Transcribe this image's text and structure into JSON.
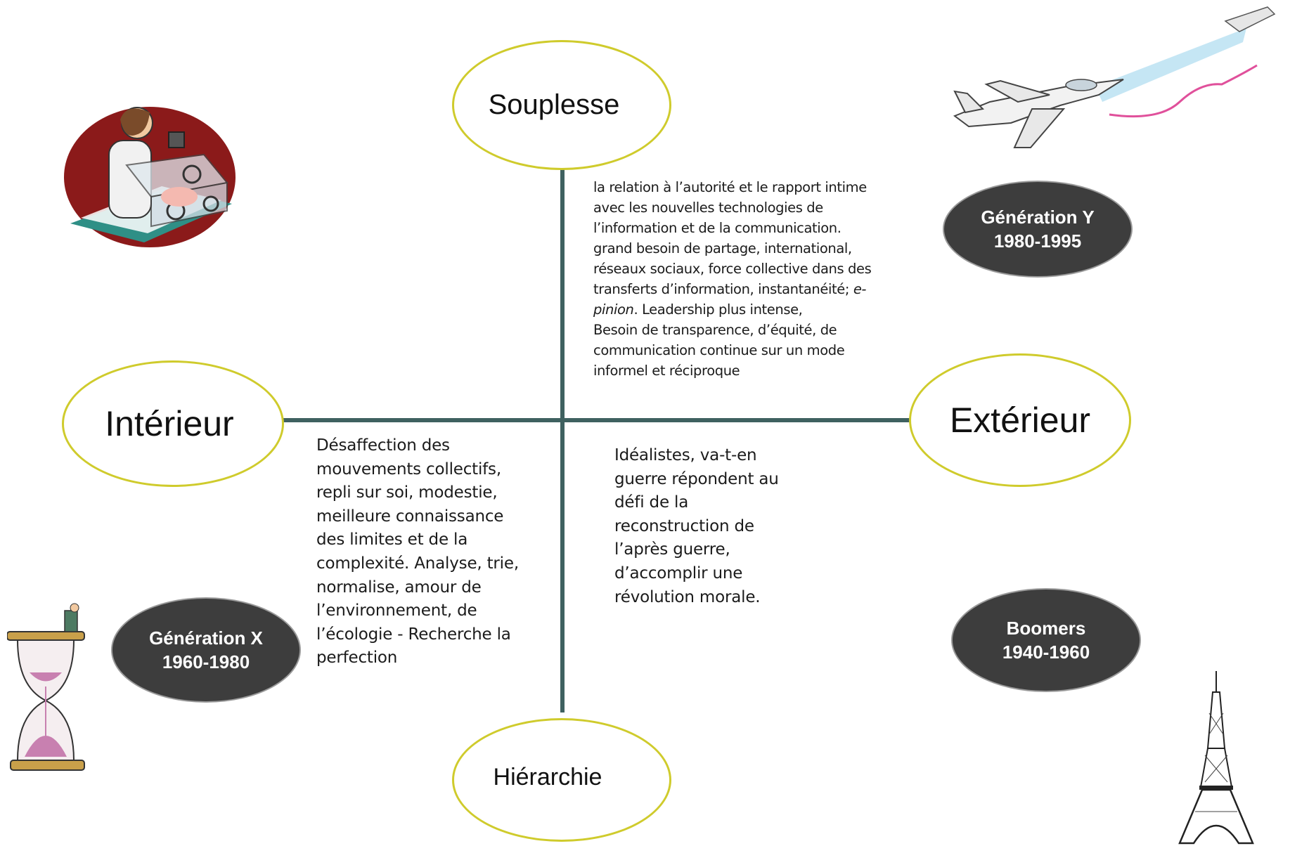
{
  "diagram": {
    "axis_labels": {
      "top": "Souplesse",
      "bottom": "Hiérarchie",
      "left": "Intérieur",
      "right": "Extérieur"
    },
    "generations": {
      "y": {
        "name": "Génération Y",
        "years": "1980-1995"
      },
      "x": {
        "name": "Génération X",
        "years": "1960-1980"
      },
      "boomers": {
        "name": "Boomers",
        "years": "1940-1960"
      }
    },
    "descriptions": {
      "y": {
        "lines": [
          "la relation à l’autorité et le rapport intime",
          "avec les nouvelles technologies de",
          "l’information et de la communication.",
          "grand besoin de partage, international,",
          "réseaux sociaux, force collective dans des"
        ],
        "line6_a": "transferts d’information, instantanéité; ",
        "line6_b": "e-",
        "line7_a": "pinion",
        "line7_b": ". Leadership plus intense,",
        "lines_end": [
          "Besoin de transparence, d’équité, de",
          "communication continue sur un mode",
          "informel et réciproque"
        ]
      },
      "x": {
        "lines": [
          "Désaffection des",
          "mouvements collectifs,",
          "repli sur soi, modestie,",
          "meilleure connaissance",
          "des limites et de la",
          "complexité. Analyse, trie,",
          "normalise, amour de",
          "l’environnement, de",
          "l’écologie - Recherche la",
          "perfection"
        ]
      },
      "boomers": {
        "lines": [
          "Idéalistes, va-t-en",
          "guerre répondent au",
          "défi de la",
          "reconstruction de",
          "l’après guerre,",
          "d’accomplir une",
          "révolution morale."
        ]
      }
    },
    "colors": {
      "axis": "#3f6160",
      "ellipse_border": "#cfcb2c",
      "generation_fill": "#3d3d3d",
      "generation_text": "#ffffff"
    },
    "images": [
      "nurse-incubator-clipart",
      "jet-planes-clipart",
      "hourglass-clipart",
      "eiffel-tower-clipart"
    ]
  }
}
